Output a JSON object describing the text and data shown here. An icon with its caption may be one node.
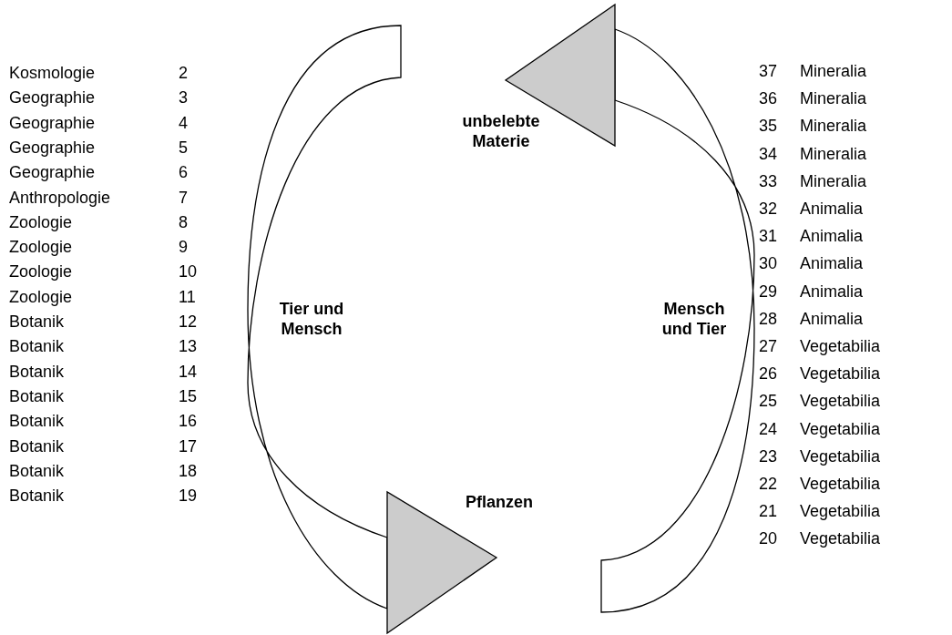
{
  "diagram": {
    "labels": [
      "Kosmologie",
      "2",
      "Geographie",
      "3",
      "Geographie",
      "4",
      "Geographie",
      "5",
      "Geographie",
      "6",
      "Anthropologie",
      "7",
      "Zoologie",
      "8",
      "Zoologie",
      "9",
      "Zoologie",
      "10",
      "Zoologie",
      "11",
      "Botanik",
      "12",
      "Botanik",
      "13",
      "Botanik",
      "14",
      "Botanik",
      "15",
      "Botanik",
      "16",
      "Botanik",
      "17",
      "Botanik",
      "18",
      "Botanik",
      "19",
      "unbelebte Materie",
      "Tier und Mensch",
      "Mensch und Tier",
      "Pflanzen",
      "37",
      "Mineralia",
      "36",
      "Mineralia",
      "35",
      "Mineralia",
      "34",
      "Mineralia",
      "33",
      "Mineralia",
      "32",
      "Animalia",
      "31",
      "Animalia",
      "30",
      "Animalia",
      "29",
      "Animalia",
      "28",
      "Animalia",
      "27",
      "Vegetabilia",
      "26",
      "Vegetabilia",
      "25",
      "Vegetabilia",
      "24",
      "Vegetabilia",
      "23",
      "Vegetabilia",
      "22",
      "Vegetabilia",
      "21",
      "Vegetabilia",
      "20",
      "Vegetabilia"
    ]
  }
}
